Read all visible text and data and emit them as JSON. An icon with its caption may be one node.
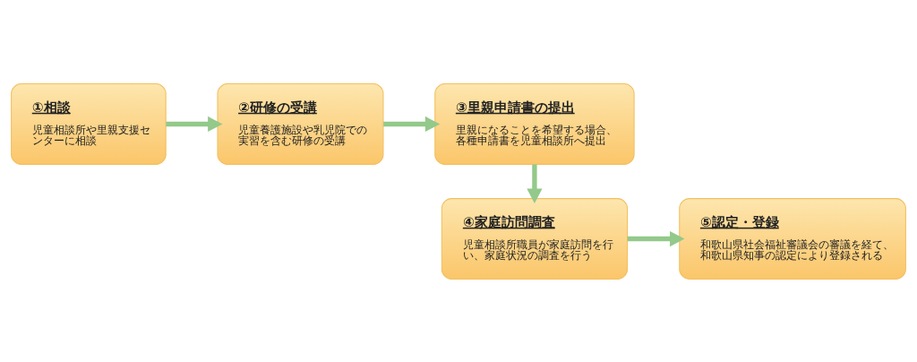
{
  "diagram": {
    "nodes": [
      {
        "text": [
          "①相談",
          "児童相談所や里親支援センターに相談"
        ]
      },
      {
        "text": [
          "②研修の受講",
          "児童養護施設や乳児院での実習を含む研修の受講"
        ]
      },
      {
        "text": [
          "③里親申請書の提出",
          "里親になることを希望する場合、各種申請書を児童相談所へ提出"
        ]
      },
      {
        "text": [
          "④家庭訪問調査",
          "児童相談所職員が家庭訪問を行い、家庭状況の調査を行う"
        ]
      },
      {
        "text": [
          "⑤認定・登録",
          "和歌山県社会福祉審議会の審議を経て、和歌山県知事の認定により登録される"
        ]
      }
    ],
    "edges": [
      {
        "from": 0,
        "to": 1,
        "arrow": "to"
      },
      {
        "from": 1,
        "to": 2,
        "arrow": "to"
      },
      {
        "from": 2,
        "to": 3,
        "arrow": "to"
      },
      {
        "from": 3,
        "to": 4,
        "arrow": "to"
      }
    ]
  }
}
